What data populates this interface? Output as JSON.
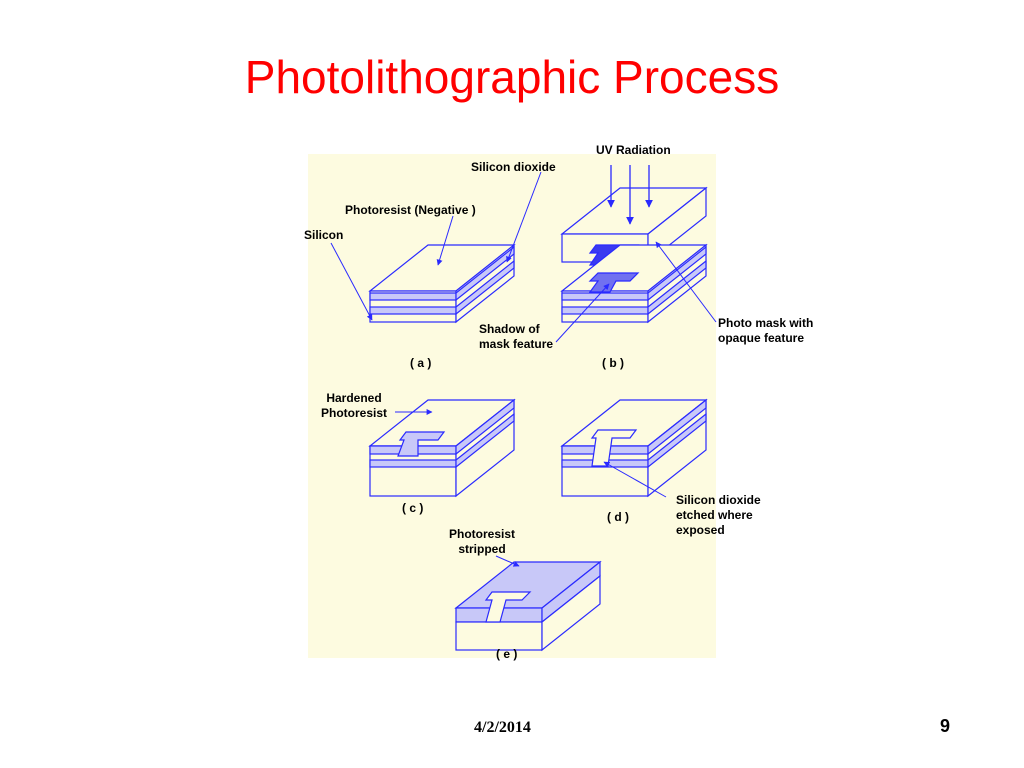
{
  "slide": {
    "title": "Photolithographic Process",
    "date": "4/2/2014",
    "page_number": "9"
  },
  "diagram": {
    "labels": {
      "uv_radiation": "UV Radiation",
      "silicon_dioxide": "Silicon dioxide",
      "photoresist_negative": "Photoresist (Negative )",
      "silicon": "Silicon",
      "shadow_of_mask_feature": [
        "Shadow of",
        "mask feature"
      ],
      "photo_mask": [
        "Photo mask with",
        "opaque feature"
      ],
      "hardened_photoresist": [
        "Hardened",
        "Photoresist"
      ],
      "sio2_etched": [
        "Silicon dioxide",
        "etched where",
        "exposed"
      ],
      "photoresist_stripped": [
        "Photoresist",
        "stripped"
      ]
    },
    "step_labels": {
      "a": "( a )",
      "b": "( b )",
      "c": "( c )",
      "d": "( d )",
      "e": "( e )"
    },
    "colors": {
      "outline": "#2a2aff",
      "layer_fill": "#c8c8f8",
      "opaque_feature": "#3a3af0",
      "shadow_feature": "#7070f0",
      "background": "#fdfbe0",
      "title": "#ff0000"
    }
  }
}
